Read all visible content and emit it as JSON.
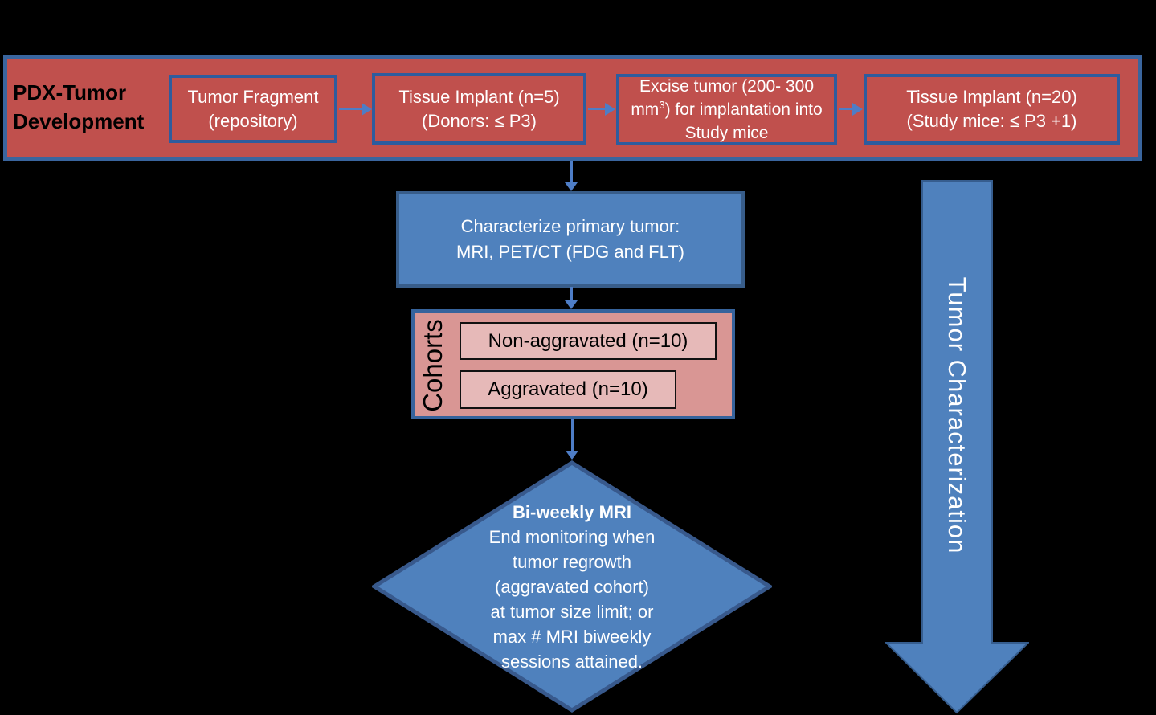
{
  "colors": {
    "background": "#000000",
    "banner_red": "#C0504D",
    "banner_border_blue": "#3A659E",
    "step_border_blue": "#2E5C9E",
    "shape_blue": "#4F81BD",
    "shape_border_blue": "#385D8A",
    "connector_blue": "#4E7DC6",
    "cohort_pink": "#D99694",
    "cohort_inner_pink": "#E6B9B8"
  },
  "banner": {
    "title": "PDX-Tumor\nDevelopment",
    "steps": [
      {
        "label": "Tumor Fragment\n(repository)"
      },
      {
        "label": "Tissue Implant (n=5)\n(Donors: ≤ P3)"
      },
      {
        "prefix": "Excise tumor (200- 300 mm",
        "sup": "3",
        "suffix": ") for implantation into Study mice"
      },
      {
        "label": "Tissue Implant (n=20)\n(Study mice: ≤ P3 +1)"
      }
    ]
  },
  "characterize_box": {
    "label": "Characterize primary tumor:\nMRI, PET/CT (FDG and FLT)"
  },
  "cohorts": {
    "label": "Cohorts",
    "items": [
      {
        "label": "Non-aggravated (n=10)"
      },
      {
        "label": "Aggravated (n=10)"
      }
    ]
  },
  "decision": {
    "title": "Bi-weekly MRI",
    "body": "End monitoring when\ntumor regrowth\n(aggravated cohort)\nat tumor size limit; or\nmax # MRI biweekly\nsessions attained."
  },
  "side_arrow": {
    "label": "Tumor Characterization"
  }
}
